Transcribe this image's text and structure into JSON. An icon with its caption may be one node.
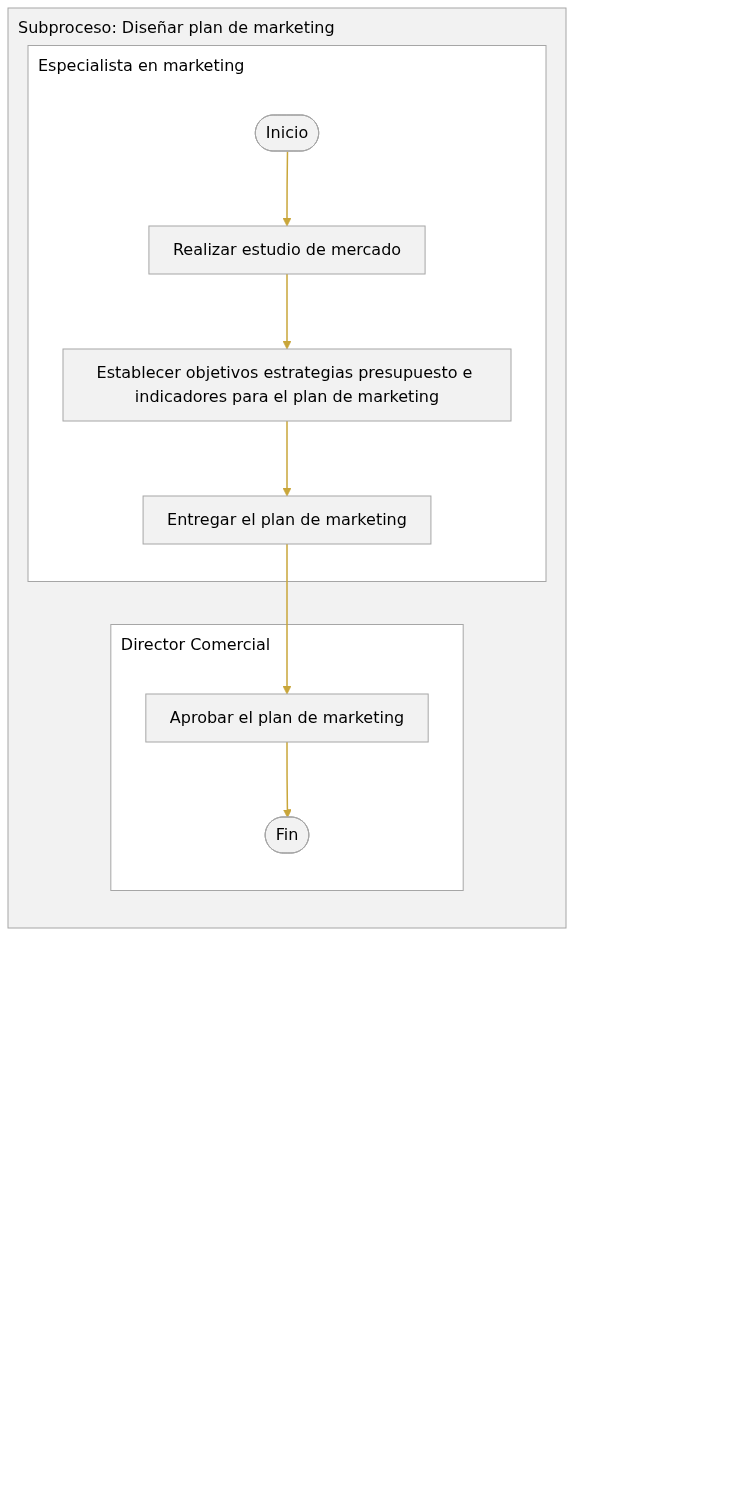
{
  "diagram": {
    "nodes": [
      {
        "text": [
          "Subproceso: Diseñar plan de marketing"
        ]
      },
      {
        "text": [
          "Especialista en marketing"
        ],
        "in": 0
      },
      {
        "text": [
          "Director Comercial"
        ],
        "in": 0
      },
      {
        "text": [
          "Inicio"
        ],
        "in": 1
      },
      {
        "text": [
          "Realizar estudio de mercado"
        ],
        "in": 1
      },
      {
        "text": [
          "Establecer objetivos estrategias presupuesto e indicadores para el plan de marketing"
        ],
        "in": 1
      },
      {
        "text": [
          "Entregar el plan de marketing"
        ],
        "in": 1
      },
      {
        "text": [
          "Aprobar el plan de marketing"
        ],
        "in": 2
      },
      {
        "text": [
          "Fin"
        ],
        "in": 2
      }
    ],
    "edges": [
      {
        "from": 3,
        "to": 4,
        "arrow": "to"
      },
      {
        "from": 4,
        "to": 5,
        "arrow": "to"
      },
      {
        "from": 5,
        "to": 6,
        "arrow": "to"
      },
      {
        "from": 6,
        "to": 7,
        "arrow": "to"
      },
      {
        "from": 7,
        "to": 8,
        "arrow": "to"
      }
    ]
  }
}
